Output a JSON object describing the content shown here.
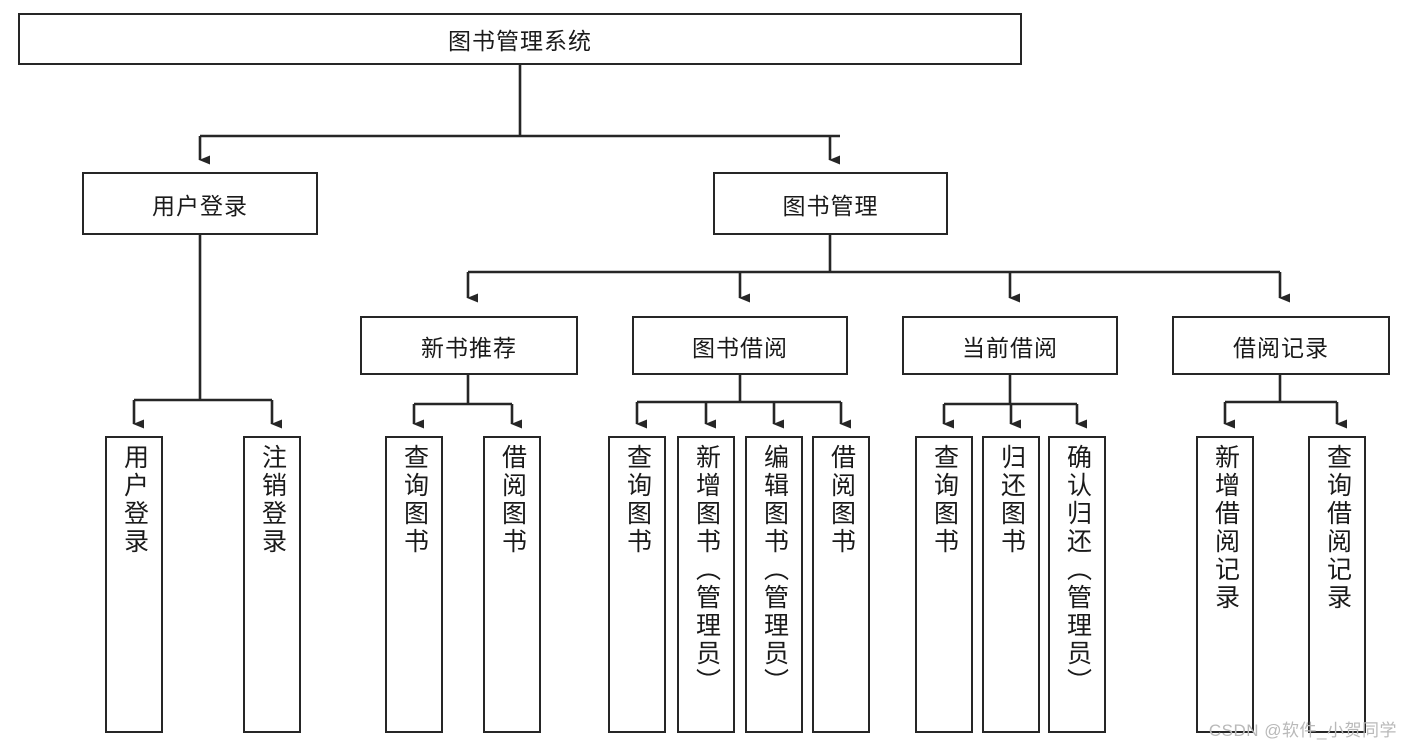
{
  "diagram": {
    "title": "图书管理系统",
    "type": "tree-hierarchy",
    "root": {
      "label": "图书管理系统"
    },
    "level2": [
      {
        "label": "用户登录"
      },
      {
        "label": "图书管理"
      }
    ],
    "level3": [
      {
        "label": "新书推荐"
      },
      {
        "label": "图书借阅"
      },
      {
        "label": "当前借阅"
      },
      {
        "label": "借阅记录"
      }
    ],
    "leaves": {
      "user_login": [
        {
          "label": "用户登录"
        },
        {
          "label": "注销登录"
        }
      ],
      "new_book_recommend": [
        {
          "label": "查询图书"
        },
        {
          "label": "借阅图书"
        }
      ],
      "book_borrow": [
        {
          "label": "查询图书"
        },
        {
          "label": "新增图书（管理员）"
        },
        {
          "label": "编辑图书（管理员）"
        },
        {
          "label": "借阅图书"
        }
      ],
      "current_borrow": [
        {
          "label": "查询图书"
        },
        {
          "label": "归还图书"
        },
        {
          "label": "确认归还（管理员）"
        }
      ],
      "borrow_records": [
        {
          "label": "新增借阅记录"
        },
        {
          "label": "查询借阅记录"
        }
      ]
    }
  },
  "watermark": {
    "text": "CSDN @软件_小贺同学"
  },
  "colors": {
    "stroke": "#262626",
    "background": "#ffffff",
    "text": "#1a1a1a",
    "watermark": "#b9b9b9"
  }
}
